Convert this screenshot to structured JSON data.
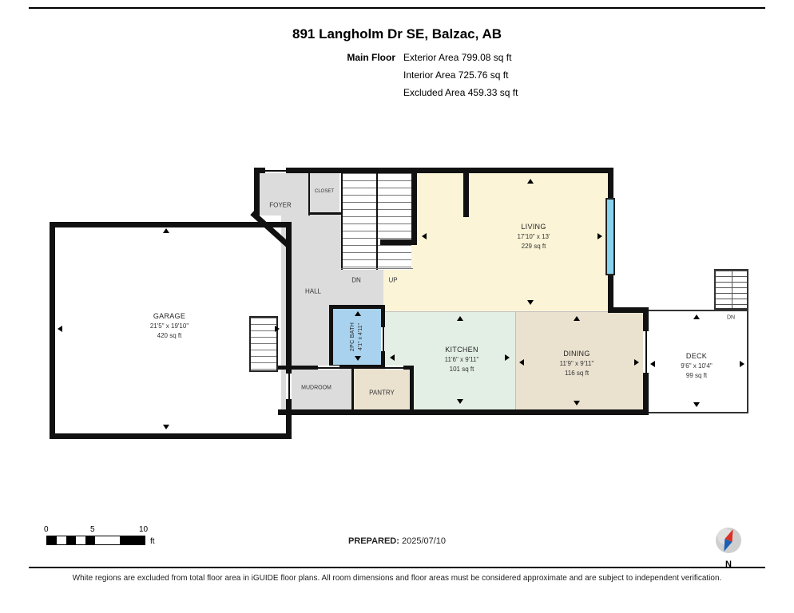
{
  "header": {
    "title": "891 Langholm Dr SE, Balzac, AB",
    "floor_label": "Main Floor",
    "area_stats": [
      {
        "label": "Exterior Area",
        "value": "799.08 sq ft"
      },
      {
        "label": "Interior Area",
        "value": "725.76 sq ft"
      },
      {
        "label": "Excluded Area",
        "value": "459.33 sq ft"
      }
    ]
  },
  "rooms": {
    "garage": {
      "name": "GARAGE",
      "dims": "21'5\" x 19'10\"",
      "area": "420 sq ft"
    },
    "living": {
      "name": "LIVING",
      "dims": "17'10\" x 13'",
      "area": "229 sq ft"
    },
    "kitchen": {
      "name": "KITCHEN",
      "dims": "11'6\" x 9'11\"",
      "area": "101 sq ft"
    },
    "dining": {
      "name": "DINING",
      "dims": "11'9\" x 9'11\"",
      "area": "116 sq ft"
    },
    "deck": {
      "name": "DECK",
      "dims": "9'6\" x 10'4\"",
      "area": "99 sq ft"
    },
    "bath": {
      "name": "2PC BATH",
      "dims": "4'1\" x 4'11\""
    },
    "foyer": {
      "name": "FOYER"
    },
    "closet": {
      "name": "CLOSET"
    },
    "hall": {
      "name": "HALL"
    },
    "mudroom": {
      "name": "MUDROOM"
    },
    "pantry": {
      "name": "PANTRY"
    }
  },
  "stairs": {
    "dn": "DN",
    "up": "UP",
    "deck_dn": "DN"
  },
  "footer": {
    "scale": {
      "ticks": [
        "0",
        "5",
        "10"
      ],
      "unit": "ft"
    },
    "prepared_label": "PREPARED:",
    "prepared_date": "2025/07/10",
    "compass_label": "N",
    "disclaimer": "White regions are excluded from total floor area in iGUIDE floor plans. All room dimensions and floor areas must be considered approximate and are subject to independent verification."
  },
  "colors": {
    "wall": "#111111",
    "living_fill": "#fbf4d7",
    "kitchen_fill": "#e3efe4",
    "dining_fill": "#eae2cf",
    "hall_fill": "#dcdcdc",
    "bath_fill": "#a9d2ee",
    "window_fill": "#86d3f0",
    "compass_red": "#d93025",
    "compass_blue": "#1a5fb4"
  }
}
